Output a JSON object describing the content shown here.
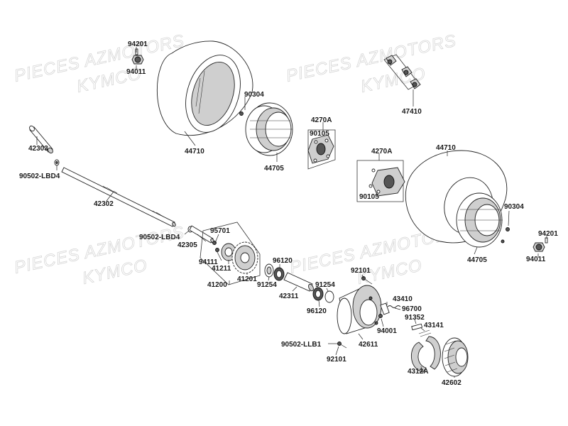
{
  "watermark": {
    "line1": "PIECES AZMOTORS",
    "line2": "KYMCO"
  },
  "labels": {
    "p94201_top": "94201",
    "p94011_top": "94011",
    "p90304_top": "90304",
    "p44710_left": "44710",
    "p44705_left": "44705",
    "p4270A_left": "4270A",
    "p90105_left": "90105",
    "p47410": "47410",
    "p42303": "42303",
    "p90502LBD4_top": "90502-LBD4",
    "p42302": "42302",
    "p90502LBD4_mid": "90502-LBD4",
    "p42305": "42305",
    "p95701": "95701",
    "p94111": "94111",
    "p41211": "41211",
    "p41201": "41201",
    "p41200": "41200",
    "p96120_a": "96120",
    "p91254_a": "91254",
    "p42311": "42311",
    "p91254_b": "91254",
    "p96120_b": "96120",
    "p92101_top": "92101",
    "p43410": "43410",
    "p96700": "96700",
    "p91352": "91352",
    "p43141": "43141",
    "p94001": "94001",
    "p42611": "42611",
    "p90502LLB1": "90502-LLB1",
    "p92101_bot": "92101",
    "p4312A": "4312A",
    "p42602": "42602",
    "p4270A_right": "4270A",
    "p90105_right": "90105",
    "p44710_right": "44710",
    "p90304_right": "90304",
    "p44705_right": "44705",
    "p94201_right": "94201",
    "p94011_right": "94011"
  }
}
